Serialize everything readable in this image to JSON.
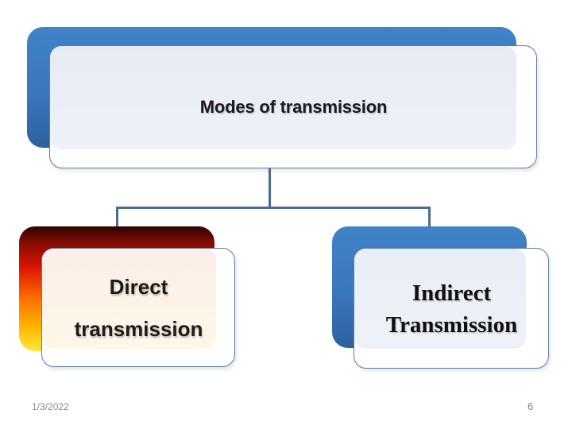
{
  "diagram": {
    "root_node": {
      "label": "Modes of transmission"
    },
    "child_nodes": [
      {
        "id": "direct",
        "line1": "Direct",
        "line2": "transmission"
      },
      {
        "id": "indirect",
        "line1": "Indirect",
        "line2": "Transmission"
      }
    ],
    "connector_color": "#4a6d94"
  },
  "footer": {
    "date": "1/3/2022",
    "page_number": "6"
  },
  "colors": {
    "back_blue_top": "#4183c8",
    "back_blue_bottom": "#2d61a0",
    "panel_blue_light": "#e9edf6",
    "fire_gradient": [
      "#2e0302",
      "#8a0c03",
      "#d81300",
      "#ff7000",
      "#ffb400",
      "#ffe83a"
    ],
    "panel_warm_top": "#fcede8",
    "panel_warm_bottom": "#fdf8e8",
    "node_border": "#5b7ca3",
    "label_text": "#1b1b1b",
    "footer_gray": "#8c8c8c"
  }
}
